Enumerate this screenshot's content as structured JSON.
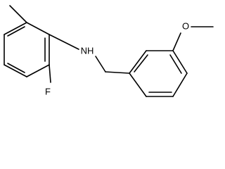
{
  "structure": {
    "atoms": {
      "nh": "NH",
      "f": "F",
      "o": "O"
    }
  },
  "colors": {
    "bond": "#000000",
    "text": "#000000",
    "background": "#ffffff"
  }
}
